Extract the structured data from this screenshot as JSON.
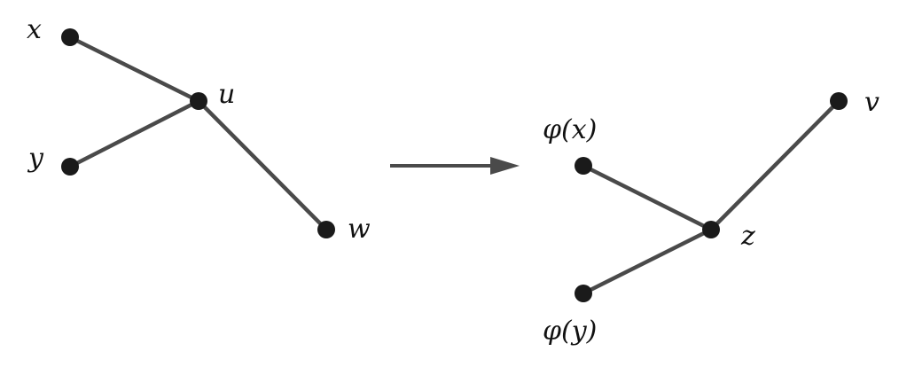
{
  "left_graph": {
    "labels": {
      "x": "x",
      "y": "y",
      "u": "u",
      "w": "w"
    }
  },
  "right_graph": {
    "labels": {
      "phi_x": "φ(x)",
      "phi_y": "φ(y)",
      "z": "z",
      "v": "v"
    }
  },
  "colors": {
    "edge": "#4a4a4a",
    "node": "#1a1a1a",
    "background": "#ffffff"
  }
}
